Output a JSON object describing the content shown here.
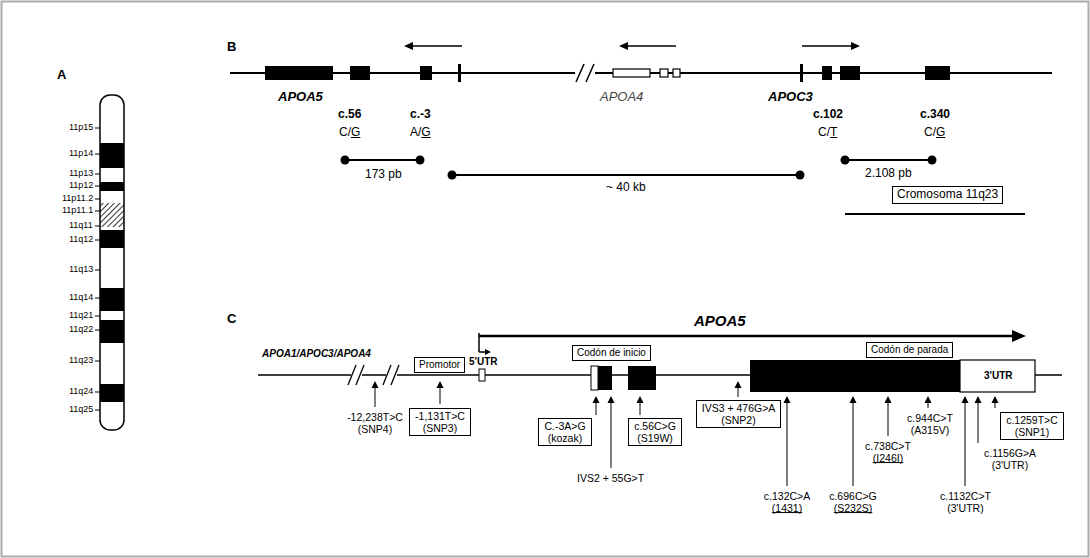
{
  "diagram": {
    "nodes": [
      {
        "text": [
          "Cromosoma 11q23"
        ]
      },
      {
        "text": [
          "Promotor"
        ]
      },
      {
        "text": [
          "Codón de inicio"
        ]
      },
      {
        "text": [
          "Codón de parada"
        ]
      },
      {
        "text": [
          "-1,131T>C (SNP3)"
        ]
      },
      {
        "text": [
          "C.-3A>G (kozak)"
        ]
      },
      {
        "text": [
          "c.56C>G (S19W)"
        ]
      },
      {
        "text": [
          "IVS3 + 476G>A (SNP2)"
        ]
      },
      {
        "text": [
          "c.1259T>C (SNP1)"
        ]
      }
    ],
    "labels": [
      "A",
      "11p15",
      "11p14",
      "11p13",
      "11p12",
      "11p11.2",
      "11p11.1",
      "11q11",
      "11q12",
      "11q13",
      "11q14",
      "11q21",
      "11q22",
      "11q23",
      "11q24",
      "11q25",
      "B",
      "APOA5",
      "APOA4",
      "APOC3",
      "c.56",
      "C/G",
      "c.-3",
      "A/G",
      "173 pb",
      "~ 40 kb",
      "c.102",
      "C/T",
      "c.340",
      "C/G",
      "2.108 pb",
      "C",
      "APOA5",
      "APOA1/APOC3/APOA4",
      "5'UTR",
      "3'UTR",
      "-12,238T>C (SNP4)",
      "IVS2 + 55G>T",
      "c.132C>A (1431)",
      "c.696C>G (S232S)",
      "c.738C>T (I246I)",
      "c.944C>T (A315V)",
      "c.1132C>T (3'UTR)",
      "c.1156G>A (3'UTR)"
    ]
  }
}
